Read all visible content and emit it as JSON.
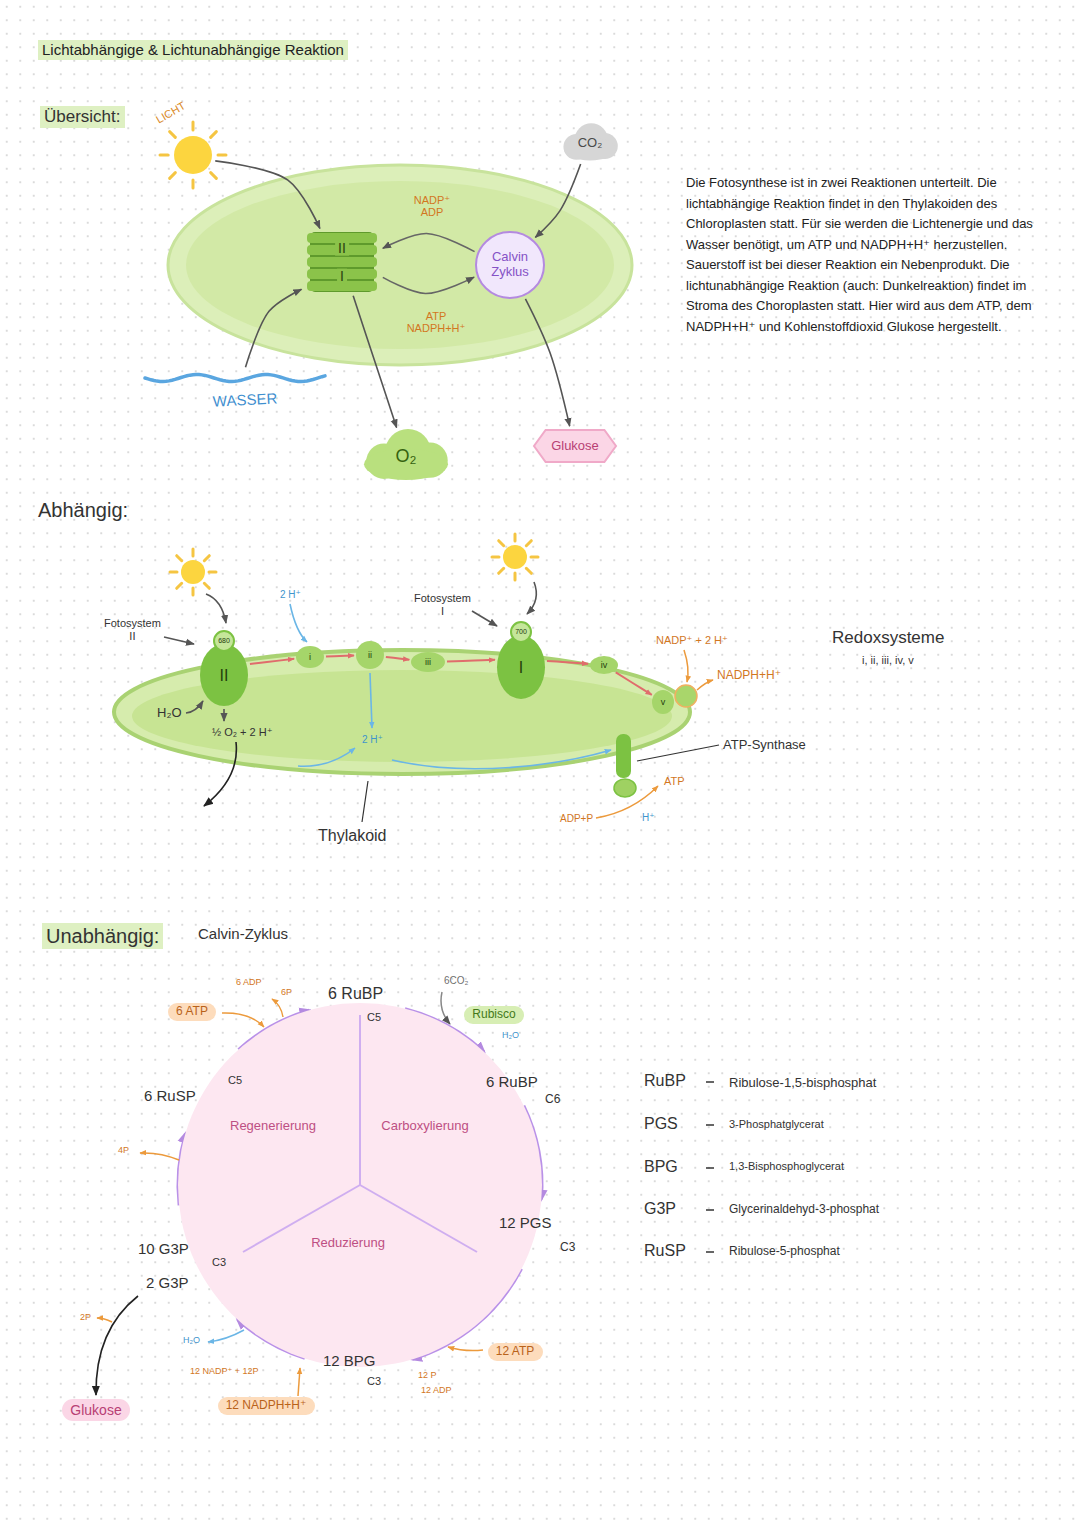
{
  "diagram": {
    "title": "Lichtabhängige & Lichtunabhängige Reaktion",
    "nodes": [
      {
        "text": [
          "LICHT"
        ]
      },
      {
        "text": [
          "II",
          "I"
        ]
      },
      {
        "text": [
          "Calvin Zyklus"
        ]
      },
      {
        "text": [
          "CO₂"
        ]
      },
      {
        "text": [
          "WASSER"
        ]
      },
      {
        "text": [
          "O₂"
        ]
      },
      {
        "text": [
          "Glukose"
        ]
      },
      {
        "text": [
          "680",
          "II"
        ]
      },
      {
        "text": [
          "i"
        ]
      },
      {
        "text": [
          "ii"
        ]
      },
      {
        "text": [
          "iii"
        ]
      },
      {
        "text": [
          "700",
          "I"
        ]
      },
      {
        "text": [
          "iv"
        ]
      },
      {
        "text": [
          "v"
        ]
      },
      {
        "text": [
          "Regenerierung",
          "Carboxylierung",
          "Reduzierung"
        ]
      },
      {
        "text": [
          "6 ATP"
        ]
      },
      {
        "text": [
          "Rubisco"
        ]
      },
      {
        "text": [
          "12 ATP"
        ]
      },
      {
        "text": [
          "12 NADPH+H⁺"
        ]
      },
      {
        "text": [
          "Glukose"
        ]
      }
    ],
    "edges": [
      {
        "from": 0,
        "to": 1,
        "arrow": "to"
      },
      {
        "from": 4,
        "to": 1,
        "arrow": "to"
      },
      {
        "from": 3,
        "to": 2,
        "arrow": "to"
      },
      {
        "from": 2,
        "to": 1,
        "label": "NADP⁺ ADP",
        "arrow": "to"
      },
      {
        "from": 1,
        "to": 2,
        "label": "ATP NADPH+H⁺",
        "arrow": "to"
      },
      {
        "from": 1,
        "to": 5,
        "arrow": "to"
      },
      {
        "from": 2,
        "to": 6,
        "arrow": "to"
      },
      {
        "from": 7,
        "to": 8,
        "arrow": "to"
      },
      {
        "from": 8,
        "to": 9,
        "arrow": "to"
      },
      {
        "from": 9,
        "to": 10,
        "arrow": "to"
      },
      {
        "from": 10,
        "to": 11,
        "arrow": "to"
      },
      {
        "from": 11,
        "to": 12,
        "arrow": "to"
      },
      {
        "from": 12,
        "to": 13,
        "arrow": "to"
      }
    ],
    "labels": [
      "Übersicht:",
      "Die Fotosynthese ist in zwei Reaktionen unterteilt. Die lichtabhängige Reaktion findet in den Thylakoiden des Chloroplasten statt. Für sie werden die Lichtenergie und das Wasser benötigt, um ATP und NADPH+H⁺ herzustellen. Sauerstoff ist bei dieser Reaktion ein Nebenprodukt. Die lichtunabhängige Reaktion (auch: Dunkelreaktion) findet im Stroma des Choroplasten statt. Hier wird aus dem ATP, dem NADPH+H⁺ und Kohlenstoffdioxid Glukose hergestellt.",
      "Abhängig:",
      "Fotosystem II",
      "Fotosystem I",
      "2 H⁺",
      "H₂O",
      "½ O₂ + 2 H⁺",
      "2 H⁺",
      "Thylakoid",
      "NADP⁺ + 2 H⁺",
      "NADPH+H⁺",
      "Redoxsysteme",
      "i, ii, iii, iv, v",
      "ATP-Synthase",
      "ATP",
      "ADP+P",
      "H⁺",
      "Unabhängig:",
      "Calvin-Zyklus",
      "6 ADP",
      "6P",
      "6 RuBP",
      "C5",
      "6CO₂",
      "H₂O",
      "6 RuBP",
      "C6",
      "C5",
      "6 RuSP",
      "4P",
      "12 PGS",
      "C3",
      "10 G3P",
      "C3",
      "2 G3P",
      "2P",
      "H₂O",
      "12 NADP⁺ + 12P",
      "12 BPG",
      "C3",
      "12 P",
      "12 ADP",
      "RuBP",
      "Ribulose-1,5-bisphosphat",
      "PGS",
      "3-Phosphatglycerat",
      "BPG",
      "1,3-Bisphosphoglycerat",
      "G3P",
      "Glycerinaldehyd-3-phosphat",
      "RuSP",
      "Ribulose-5-phosphat"
    ]
  }
}
